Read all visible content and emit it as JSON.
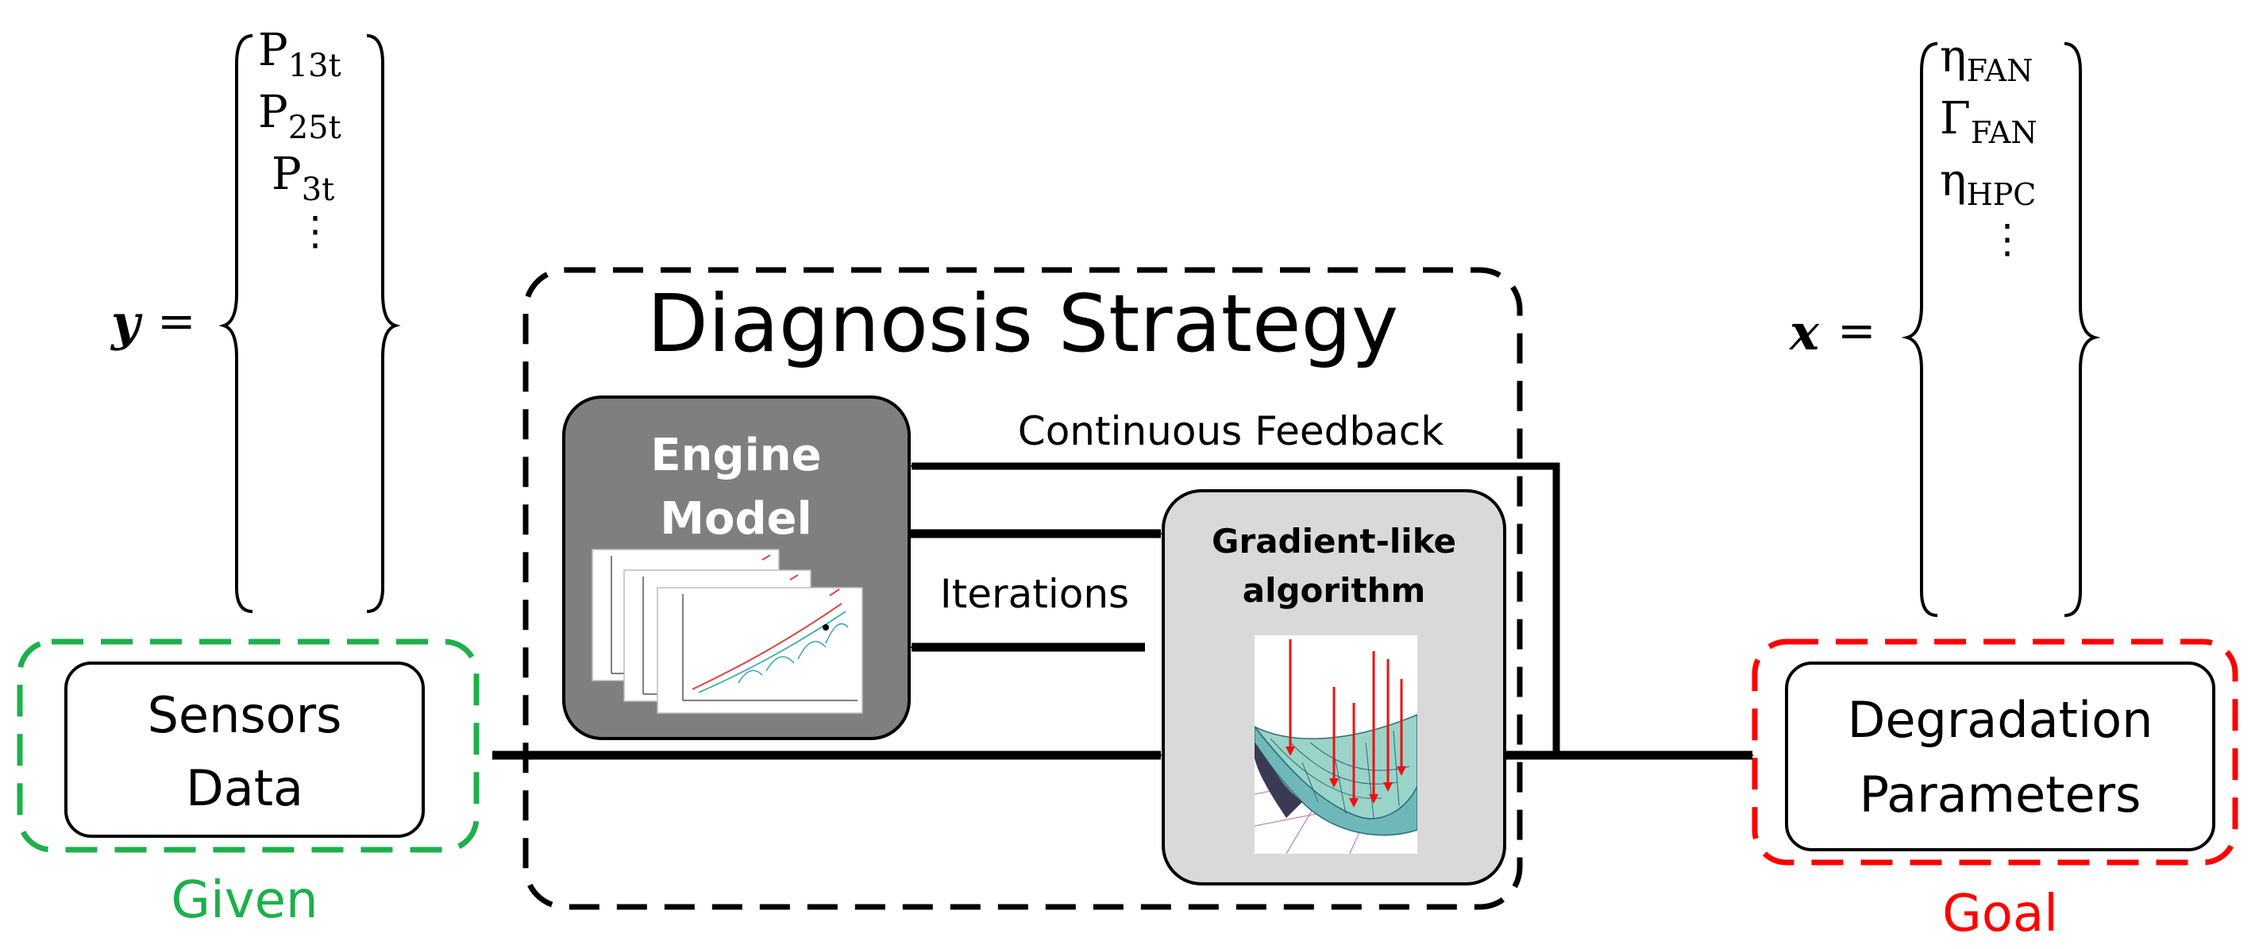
{
  "given_label": "Given",
  "goal_label": "Goal",
  "sensors": {
    "line1": "Sensors",
    "line2": "Data"
  },
  "degradation": {
    "line1": "Degradation",
    "line2": "Parameters"
  },
  "strategy_title": "Diagnosis Strategy",
  "engine_model": {
    "line1": "Engine",
    "line2": "Model"
  },
  "algorithm": {
    "line1": "Gradient-like",
    "line2": "algorithm"
  },
  "feedback_label": "Continuous Feedback",
  "iterations_label": "Iterations",
  "y_vector": {
    "symbol": "y",
    "equals": "=",
    "entries": [
      {
        "base": "P",
        "sub": "13t"
      },
      {
        "base": "P",
        "sub": "25t"
      },
      {
        "base": "P",
        "sub": "3t"
      }
    ],
    "ellipsis": "⋮"
  },
  "x_vector": {
    "symbol": "x",
    "equals": "=",
    "entries": [
      {
        "base": "η",
        "sub": "FAN"
      },
      {
        "base": "Γ",
        "sub": "FAN"
      },
      {
        "base": "η",
        "sub": "HPC"
      }
    ],
    "ellipsis": "⋮"
  },
  "colors": {
    "given": "#1db04b",
    "goal": "#ff0000",
    "engine_fill": "#7f7f7f",
    "algorithm_fill": "#d9d9d9",
    "arrow": "#000000"
  },
  "icons": [
    "performance-map-thumbnail",
    "loss-surface-thumbnail"
  ]
}
